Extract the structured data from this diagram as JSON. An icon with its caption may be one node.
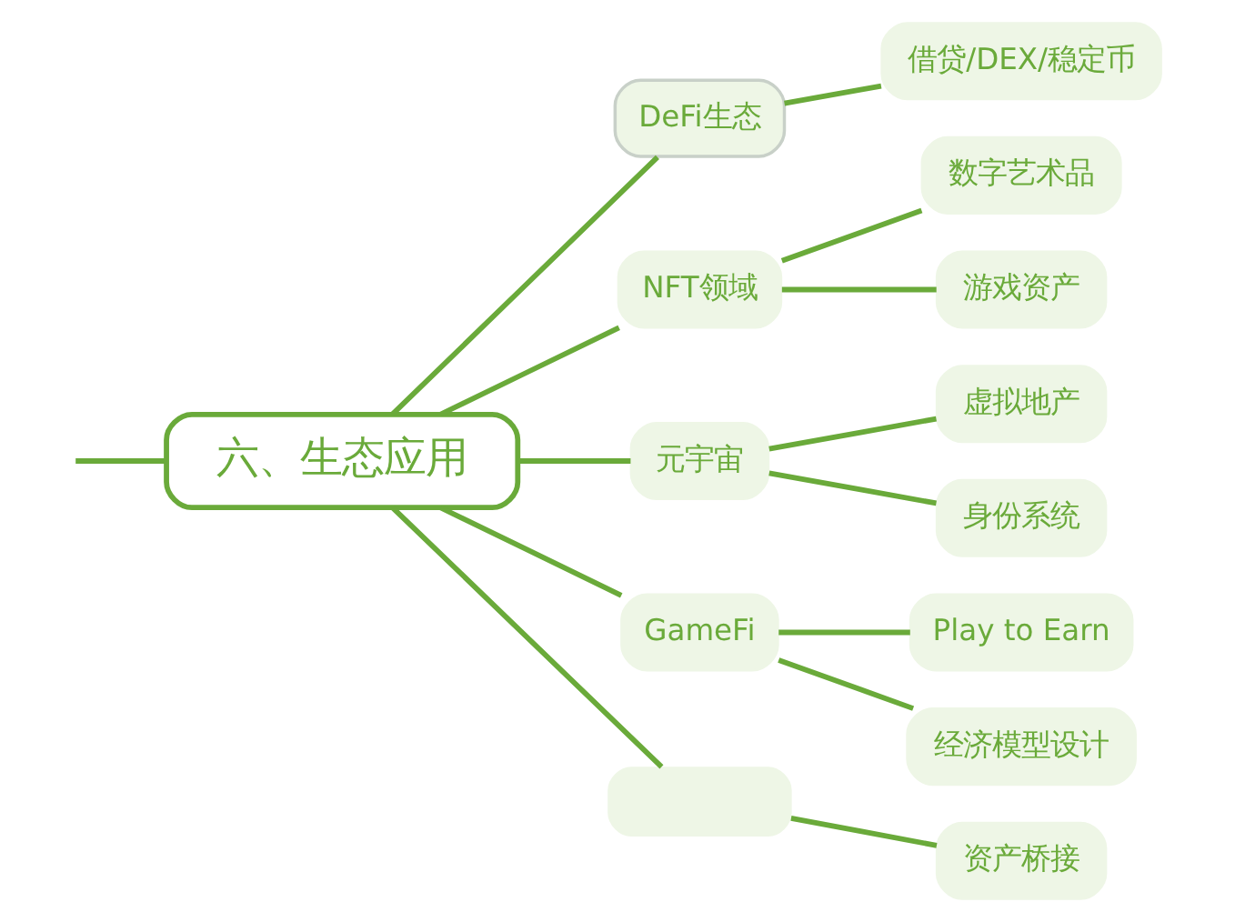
{
  "diagram": {
    "nodes": [
      {
        "text": [
          "六、生态应用"
        ]
      },
      {
        "text": [
          "DeFi生态"
        ]
      },
      {
        "text": [
          "借贷/DEX/稳定币"
        ]
      },
      {
        "text": [
          "NFT领域"
        ]
      },
      {
        "text": [
          "数字艺术品"
        ]
      },
      {
        "text": [
          "游戏资产"
        ]
      },
      {
        "text": [
          "元宇宙"
        ]
      },
      {
        "text": [
          "虚拟地产"
        ]
      },
      {
        "text": [
          "身份系统"
        ]
      },
      {
        "text": [
          "GameFi"
        ]
      },
      {
        "text": [
          "Play to Earn"
        ]
      },
      {
        "text": [
          "经济模型设计"
        ]
      },
      {
        "text": [],
        "shape": "box"
      },
      {
        "text": [
          "资产桥接"
        ]
      }
    ],
    "edges": [
      {
        "from": null,
        "to": 0,
        "arrow": "none"
      },
      {
        "from": 0,
        "to": 1,
        "arrow": "none"
      },
      {
        "from": 1,
        "to": 2,
        "arrow": "none"
      },
      {
        "from": 0,
        "to": 3,
        "arrow": "none"
      },
      {
        "from": 3,
        "to": 4,
        "arrow": "none"
      },
      {
        "from": 3,
        "to": 5,
        "arrow": "none"
      },
      {
        "from": 0,
        "to": 6,
        "arrow": "none"
      },
      {
        "from": 6,
        "to": 7,
        "arrow": "none"
      },
      {
        "from": 6,
        "to": 8,
        "arrow": "none"
      },
      {
        "from": 0,
        "to": 9,
        "arrow": "none"
      },
      {
        "from": 9,
        "to": 10,
        "arrow": "none"
      },
      {
        "from": 9,
        "to": 11,
        "arrow": "none"
      },
      {
        "from": 0,
        "to": 12,
        "arrow": "none"
      },
      {
        "from": 12,
        "to": 13,
        "arrow": "none"
      }
    ]
  }
}
